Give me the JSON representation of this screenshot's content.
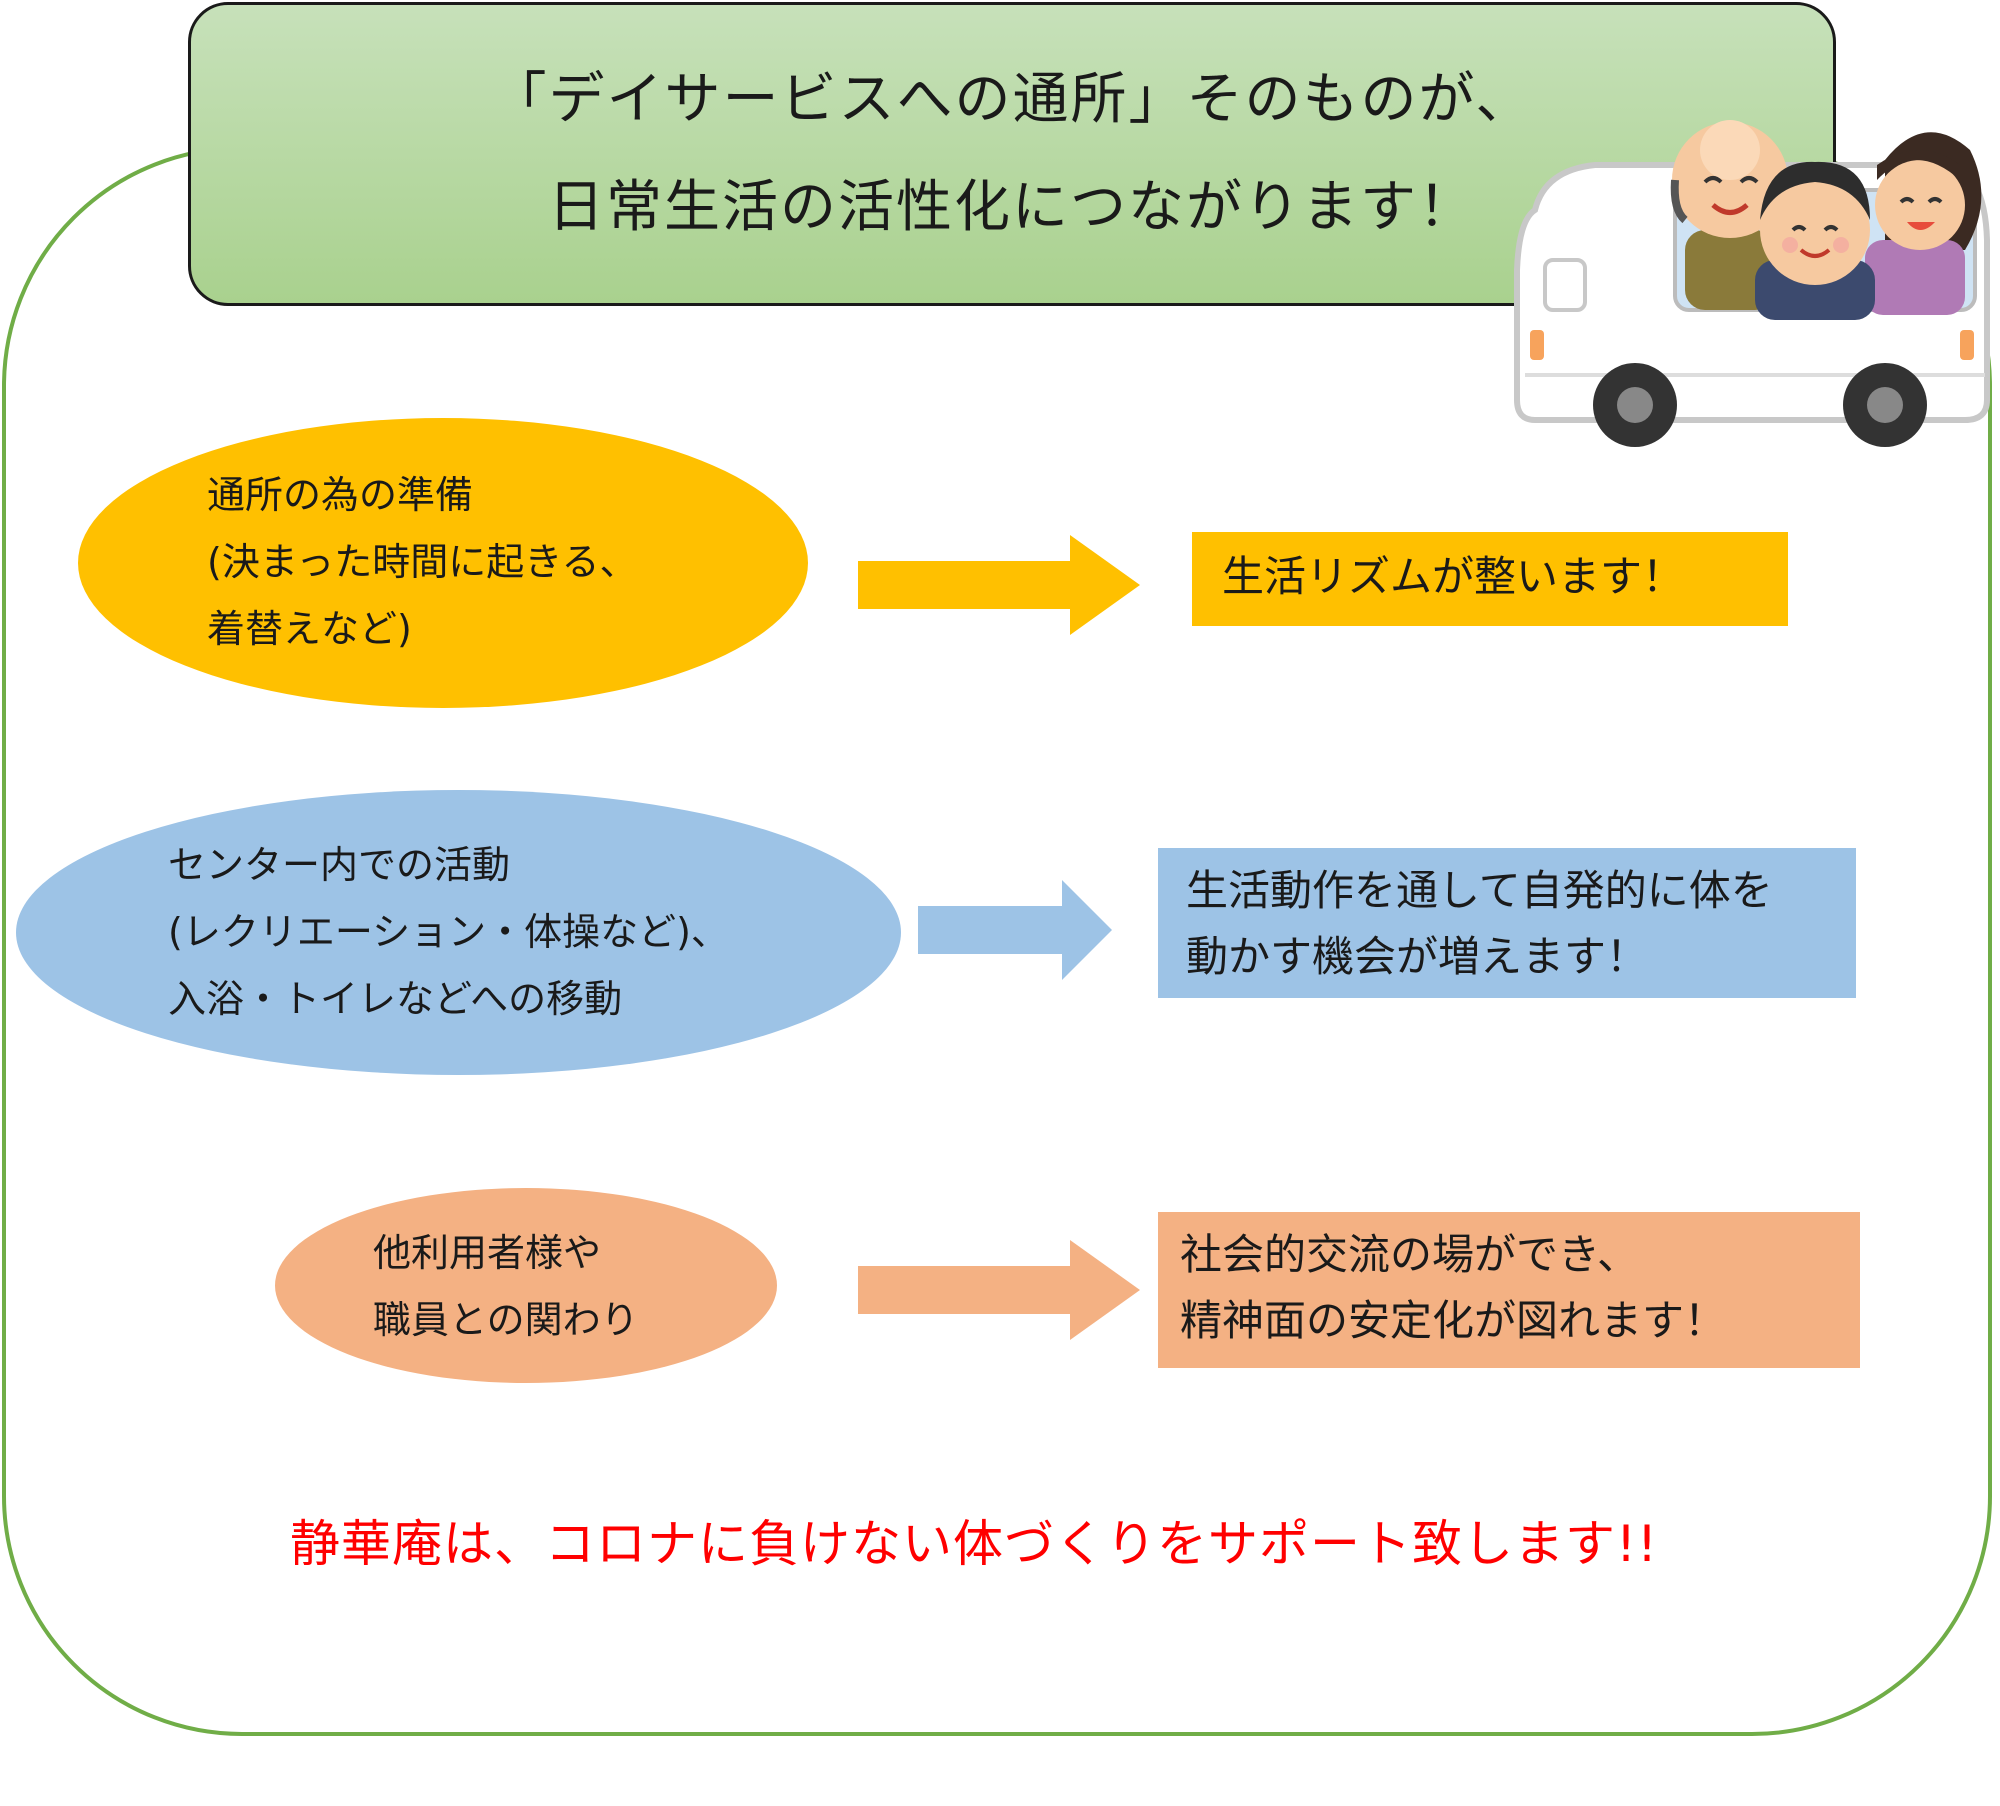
{
  "header": {
    "line1": "「デイサービスへの通所」そのものが、",
    "line2": "日常生活の活性化につながります！"
  },
  "illustration": {
    "icon": "bus-with-seniors-icon"
  },
  "rows": [
    {
      "cause": [
        "通所の為の準備",
        "(決まった時間に起きる、",
        "着替えなど)"
      ],
      "effect": [
        "生活リズムが整います！"
      ],
      "color": "#ffc000"
    },
    {
      "cause": [
        "センター内での活動",
        "(レクリエーション・体操など)、",
        "入浴・トイレなどへの移動"
      ],
      "effect": [
        "生活動作を通して自発的に体を",
        "動かす機会が増えます！"
      ],
      "color": "#9dc3e6"
    },
    {
      "cause": [
        "他利用者様や",
        "職員との関わり"
      ],
      "effect": [
        "社会的交流の場ができ、",
        "精神面の安定化が図れます！"
      ],
      "color": "#f4b183"
    }
  ],
  "closing": "静華庵は、コロナに負けない体づくりをサポート致します!!",
  "colors": {
    "frame": "#70ad47",
    "banner": "#a9d18e",
    "closing_text": "#ff0000"
  }
}
